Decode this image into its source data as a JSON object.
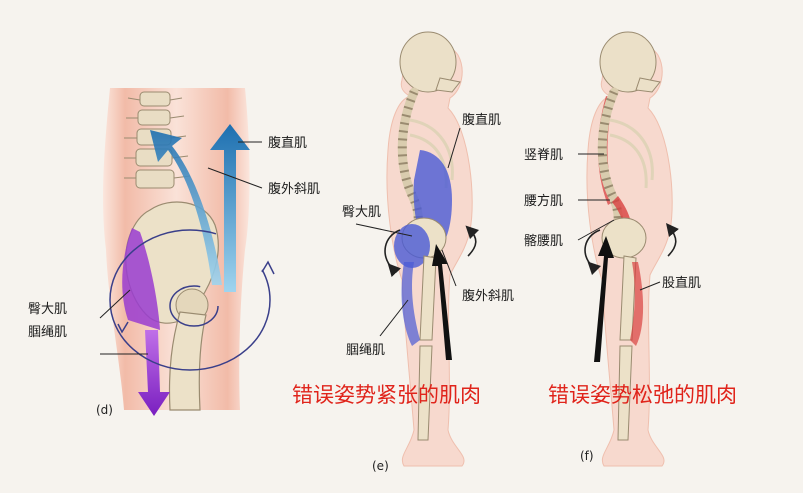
{
  "panels": {
    "d": {
      "letter": "(d)",
      "labels": {
        "rectus_abdominis": "腹直肌",
        "external_oblique": "腹外斜肌",
        "gluteus_maximus": "臀大肌",
        "hamstrings": "腘绳肌"
      }
    },
    "e": {
      "letter": "(e)",
      "caption": "错误姿势紧张的肌肉",
      "labels": {
        "rectus_abdominis": "腹直肌",
        "gluteus_maximus": "臀大肌",
        "external_oblique": "腹外斜肌",
        "hamstrings": "腘绳肌"
      }
    },
    "f": {
      "letter": "(f)",
      "caption": "错误姿势松弛的肌肉",
      "labels": {
        "erector_spinae": "竖脊肌",
        "quadratus_lumborum": "腰方肌",
        "iliopsoas": "髂腰肌",
        "rectus_femoris": "股直肌"
      }
    }
  },
  "colors": {
    "tense_muscle": "#4a5ad6",
    "relaxed_muscle": "#d84040",
    "arrow_blue": "#2b8fc8",
    "arrow_purple": "#8a2bd0",
    "caption_red": "#e0241b",
    "skin": "#f2c6b4",
    "bone": "#e8dcc4"
  },
  "icons": [
    "rotation-arrow-icon",
    "up-arrow-icon",
    "down-arrow-icon"
  ]
}
